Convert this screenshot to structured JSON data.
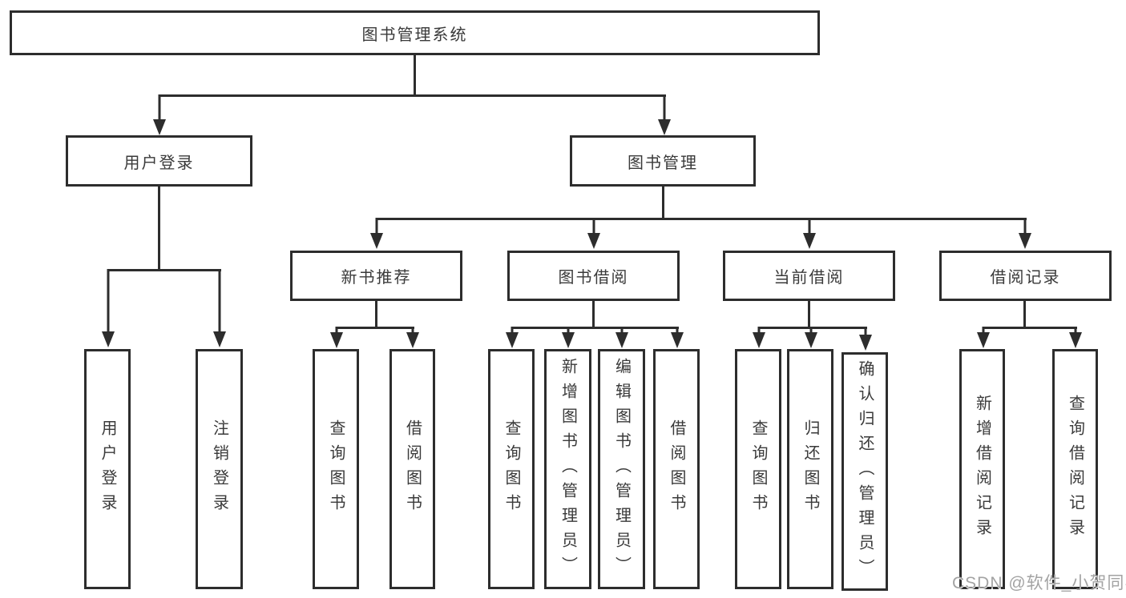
{
  "diagram": {
    "title": "图书管理系统",
    "colors": {
      "line": "#2d2d2d",
      "text": "#3a3a3a",
      "background": "#ffffff",
      "watermark": "#a3a3a3"
    },
    "root": {
      "label": "图书管理系统"
    },
    "level2": {
      "user_login": {
        "label": "用户登录",
        "children": [
          "用户登录",
          "注销登录"
        ]
      },
      "book_mgmt": {
        "label": "图书管理"
      }
    },
    "level3": [
      {
        "label": "新书推荐",
        "children": [
          "查询图书",
          "借阅图书"
        ]
      },
      {
        "label": "图书借阅",
        "children": [
          "查询图书",
          "新增图书（管理员）",
          "编辑图书（管理员）",
          "借阅图书"
        ]
      },
      {
        "label": "当前借阅",
        "children": [
          "查询图书",
          "归还图书",
          "确认归还（管理员）"
        ]
      },
      {
        "label": "借阅记录",
        "children": [
          "新增借阅记录",
          "查询借阅记录"
        ]
      }
    ],
    "watermark": "CSDN @软件_小贺同学"
  }
}
